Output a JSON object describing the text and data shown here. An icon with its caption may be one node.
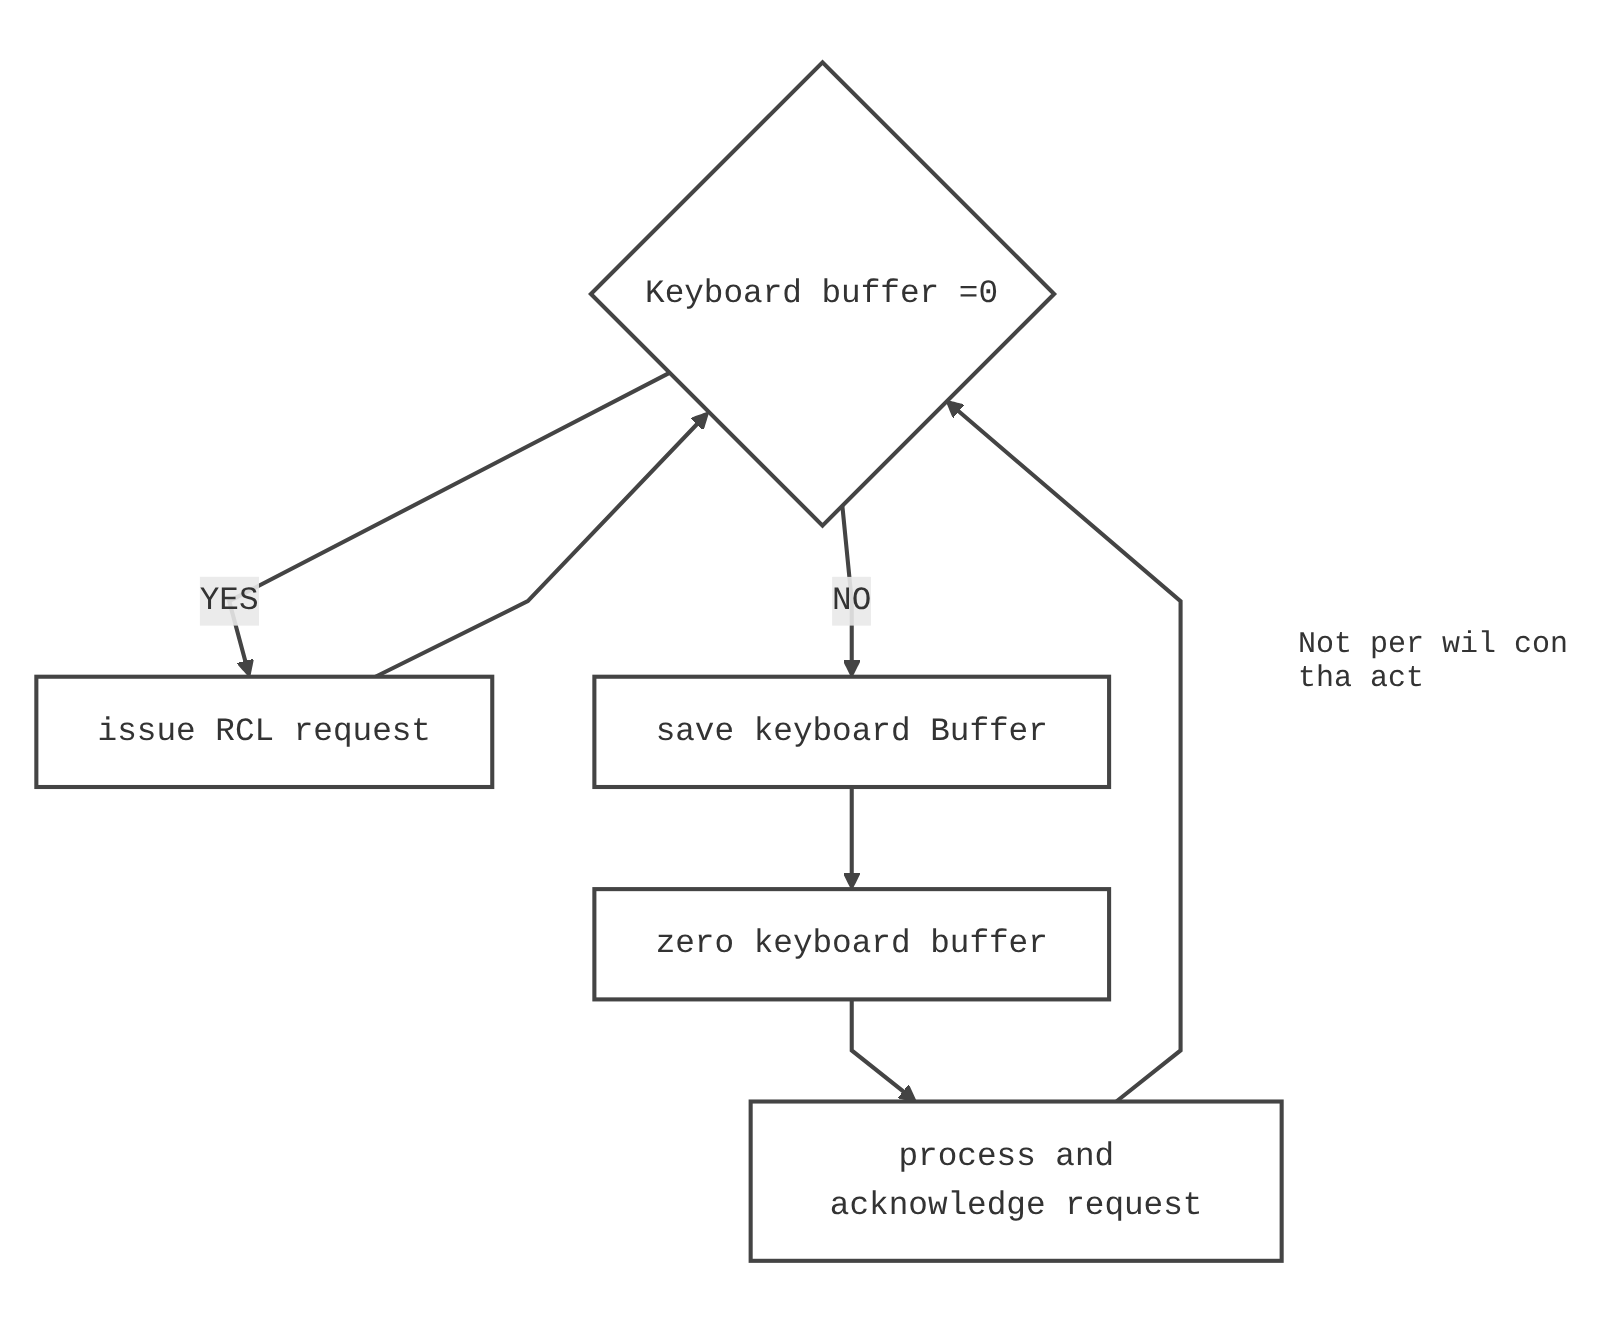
{
  "diagram": {
    "nodes": [
      {
        "text": [
          "Keyboard buffer =0"
        ]
      },
      {
        "text": [
          "issue RCL request"
        ]
      },
      {
        "text": [
          "save keyboard Buffer"
        ]
      },
      {
        "text": [
          "zero keyboard buffer"
        ]
      },
      {
        "text": [
          "process and acknowledge request"
        ]
      }
    ],
    "edges": [
      {
        "from": 0,
        "to": 1,
        "arrow": "to",
        "label": "YES"
      },
      {
        "from": 1,
        "to": 0,
        "arrow": "to"
      },
      {
        "from": 0,
        "to": 2,
        "arrow": "to",
        "label": "NO"
      },
      {
        "from": 2,
        "to": 3,
        "arrow": "to"
      },
      {
        "from": 3,
        "to": 4,
        "arrow": "to"
      },
      {
        "from": 4,
        "to": 0,
        "arrow": "to"
      }
    ],
    "labels": [
      "Not per wil con tha act"
    ]
  }
}
